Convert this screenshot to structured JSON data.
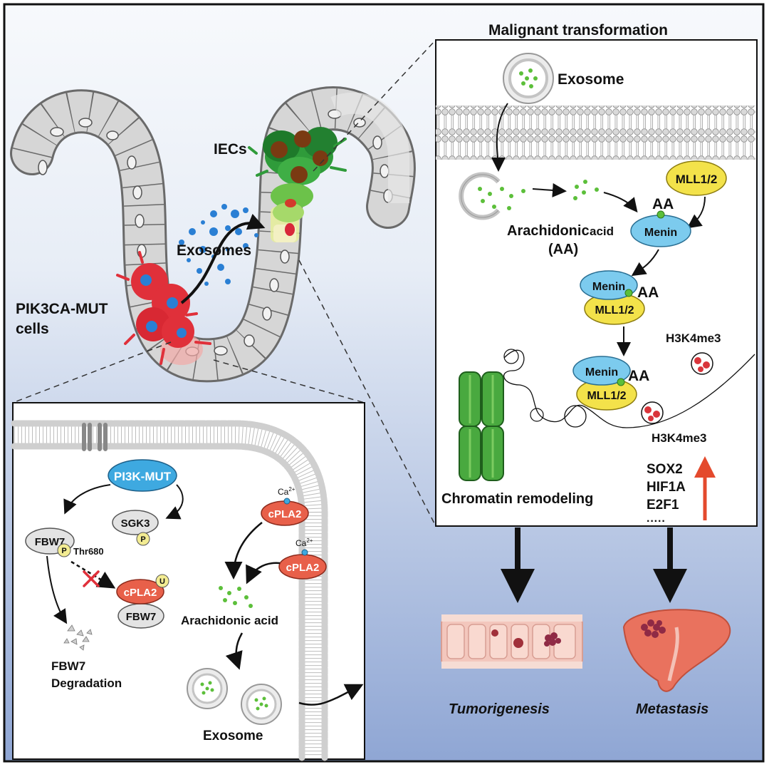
{
  "top": {
    "title": "Malignant transformation",
    "iecs": "IECs",
    "exosomes": "Exosomes",
    "pik3ca_line1": "PIK3CA-MUT",
    "pik3ca_line2": "cells"
  },
  "right_panel": {
    "exosome": "Exosome",
    "mll_top": "MLL1/2",
    "aa_1": "AA",
    "menin_1": "Menin",
    "arachidonic_line1_a": "Arachidonic",
    "arachidonic_line1_b": "acid",
    "arachidonic_line2": "(AA)",
    "menin_2": "Menin",
    "aa_2": "AA",
    "mll_2": "MLL1/2",
    "h3k4me3_top": "H3K4me3",
    "menin_3": "Menin",
    "aa_3": "AA",
    "mll_3": "MLL1/2",
    "h3k4me3_bottom": "H3K4me3",
    "chromatin_remodeling": "Chromatin remodeling",
    "genes": [
      "SOX2",
      "HIF1A",
      "E2F1",
      "·····"
    ]
  },
  "left_panel": {
    "pi3k": "PI3K-MUT",
    "sgk3": "SGK3",
    "p_sgk3": "P",
    "fbw7": "FBW7",
    "p_fbw7": "P",
    "thr": "Thr680",
    "cpla2_u": "cPLA2",
    "u": "U",
    "fbw7_bound": "FBW7",
    "fbw7_deg_line1": "FBW7",
    "fbw7_deg_line2": "Degradation",
    "ca_1": "Ca",
    "ca_2": "Ca",
    "ca_sup": "2+",
    "cpla2_1": "cPLA2",
    "cpla2_2": "cPLA2",
    "arachidonic_acid": "Arachidonic acid",
    "exosome": "Exosome"
  },
  "outcomes": {
    "tumorigenesis": "Tumorigenesis",
    "metastasis": "Metastasis"
  },
  "colors": {
    "cpla2": "#e8604a",
    "menin": "#7ccbee",
    "mll": "#f3e24a",
    "pi3k": "#3ea9e0",
    "iec_green": "#2f9b3a",
    "mut_red": "#e0303a",
    "exosome_blue": "#2a7fd4",
    "chromatin_green": "#49a93f",
    "arrow_red": "#e44a2d"
  }
}
